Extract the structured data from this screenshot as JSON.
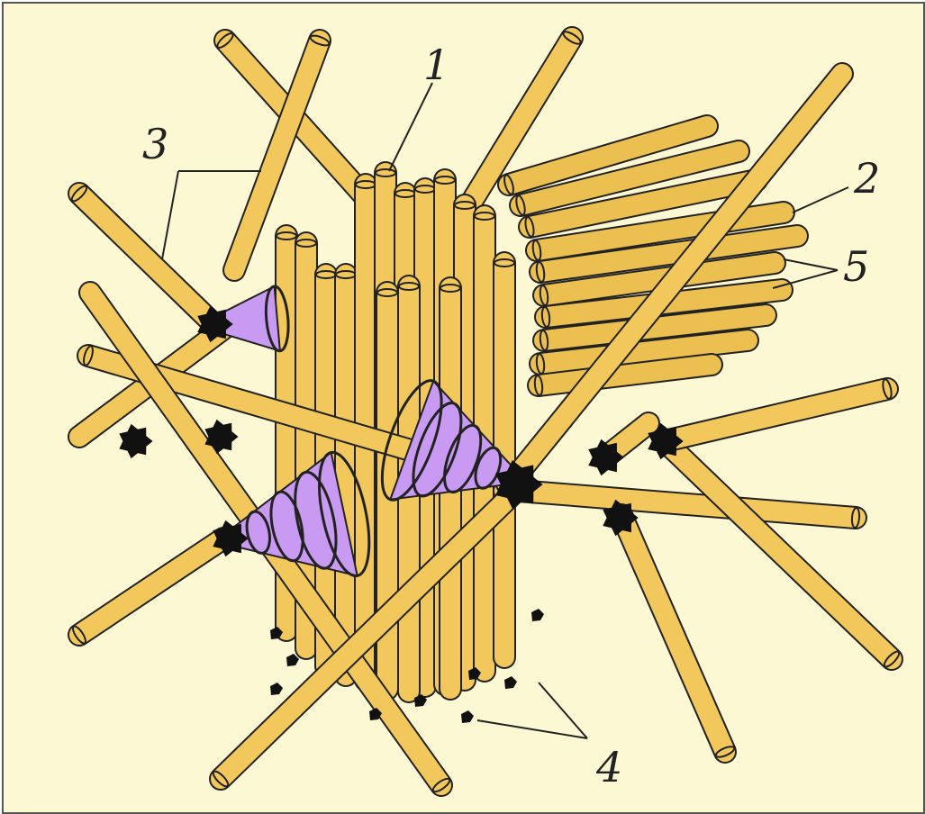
{
  "colors": {
    "background": "#fdf8d4",
    "fiber_fill": "#f2c75c",
    "fiber_stroke": "#222222",
    "bundle_fiber_fill": "#ecc050",
    "cone_fill": "#c99af2",
    "blob": "#111111"
  },
  "labels": {
    "l1": "1",
    "l2": "2",
    "l3": "3",
    "l4": "4",
    "l5": "5"
  }
}
